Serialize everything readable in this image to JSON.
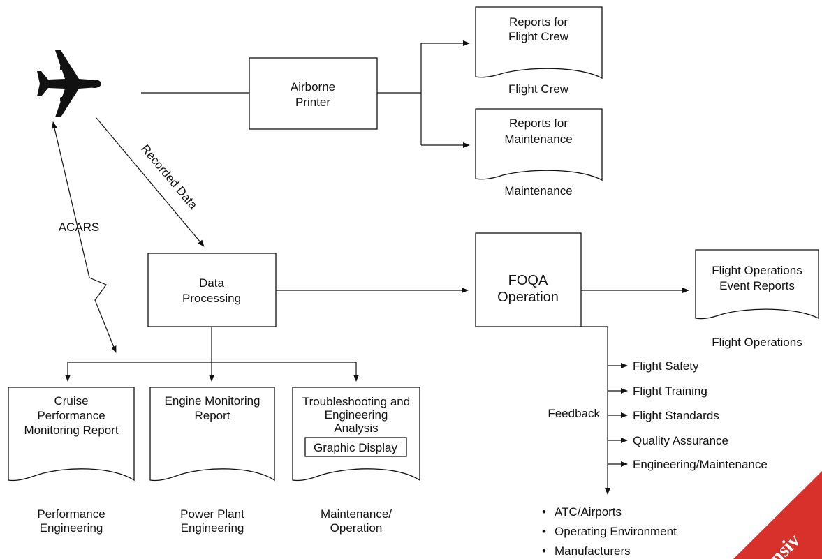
{
  "colors": {
    "stroke": "#111111",
    "background": "#ffffff",
    "banner": "#d8312c",
    "banner_text": "#ffffff"
  },
  "aircraft_icon": "airplane-icon",
  "airborne_printer": [
    "Airborne",
    "Printer"
  ],
  "reports_flight_crew": {
    "doc": [
      "Reports for",
      "Flight Crew"
    ],
    "caption": "Flight Crew"
  },
  "reports_maintenance": {
    "doc": [
      "Reports for",
      "Maintenance"
    ],
    "caption": "Maintenance"
  },
  "recorded_data": "Recorded Data",
  "acars": "ACARS",
  "data_processing": [
    "Data",
    "Processing"
  ],
  "foqa": [
    "FOQA",
    "Operation"
  ],
  "flight_ops_report": {
    "doc": [
      "Flight Operations",
      "Event Reports"
    ],
    "caption": "Flight Operations"
  },
  "cruise_report": {
    "doc": [
      "Cruise",
      "Performance",
      "Monitoring Report"
    ],
    "caption": [
      "Performance",
      "Engineering"
    ]
  },
  "engine_report": {
    "doc": [
      "Engine Monitoring",
      "Report"
    ],
    "caption": [
      "Power Plant",
      "Engineering"
    ]
  },
  "troubleshooting_report": {
    "doc": [
      "Troubleshooting and",
      "Engineering",
      "Analysis"
    ],
    "inner_box": "Graphic Display",
    "caption": [
      "Maintenance/",
      "Operation"
    ]
  },
  "feedback": {
    "label": "Feedback",
    "items": [
      "Flight Safety",
      "Flight Training",
      "Flight Standards",
      "Quality Assurance",
      "Engineering/Maintenance"
    ]
  },
  "external_bullets": [
    "ATC/Airports",
    "Operating Environment",
    "Manufacturers"
  ],
  "bullet_symbol": "•",
  "corner_banner_text": "nsiv"
}
